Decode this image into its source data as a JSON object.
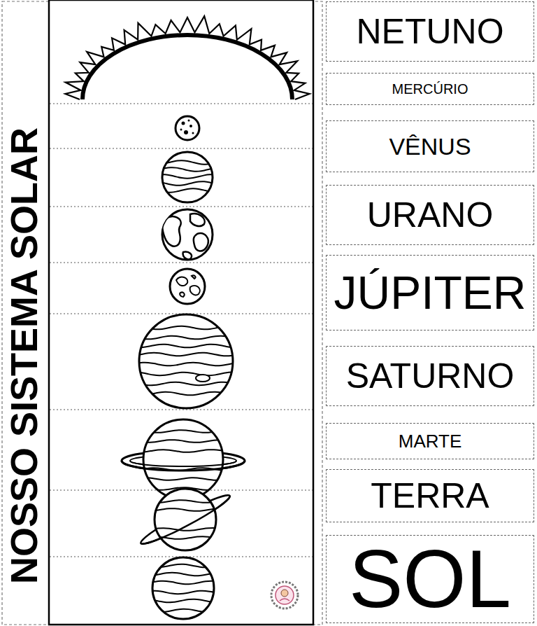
{
  "diagram": {
    "title": "NOSSO SISTEMA SOLAR",
    "nodes": [
      {
        "text": [
          "NETUNO"
        ]
      },
      {
        "text": [
          "MERCÚRIO"
        ]
      },
      {
        "text": [
          "VÊNUS"
        ]
      },
      {
        "text": [
          "URANO"
        ]
      },
      {
        "text": [
          "JÚPITER"
        ]
      },
      {
        "text": [
          "SATURNO"
        ]
      },
      {
        "text": [
          "MARTE"
        ]
      },
      {
        "text": [
          "TERRA"
        ]
      },
      {
        "text": [
          "SOL"
        ]
      }
    ]
  }
}
